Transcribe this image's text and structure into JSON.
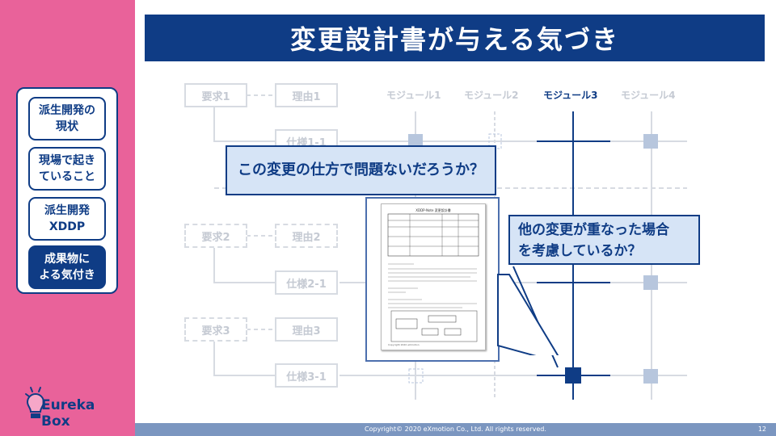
{
  "slide": {
    "title": "変更設計書が与える気づき",
    "footer": "Copyright© 2020 eXmotion Co., Ltd. All rights reserved.",
    "page_number": "12"
  },
  "nav": {
    "items": [
      {
        "label": "派生開発の\n現状",
        "active": false
      },
      {
        "label": "現場で起き\nていること",
        "active": false
      },
      {
        "label": "派生開発\nXDDP",
        "active": false
      },
      {
        "label": "成果物に\nよる気付き",
        "active": true
      }
    ]
  },
  "logo": {
    "text": "Eureka Box"
  },
  "diagram": {
    "requirements": [
      "要求1",
      "要求2",
      "要求3"
    ],
    "reasons": [
      "理由1",
      "理由2",
      "理由3"
    ],
    "specs": [
      "仕様1-1",
      "仕様2-1",
      "仕様3-1"
    ],
    "modules": [
      "モジュール1",
      "モジュール2",
      "モジュール3",
      "モジュール4"
    ],
    "active_module": 2
  },
  "callouts": {
    "question1": "この変更の仕方で問題ないだろうか？",
    "question2": "他の変更が重なった場合\nを考慮しているか？"
  },
  "document": {
    "title": "XDDP-Note 変更設計書",
    "copyright": "Copyright 2020 eXmotion"
  },
  "colors": {
    "accent": "#0f3c85",
    "side_panel": "#e9629a",
    "faded": "#c5cad3",
    "callout_fill": "#d6e4f6"
  }
}
